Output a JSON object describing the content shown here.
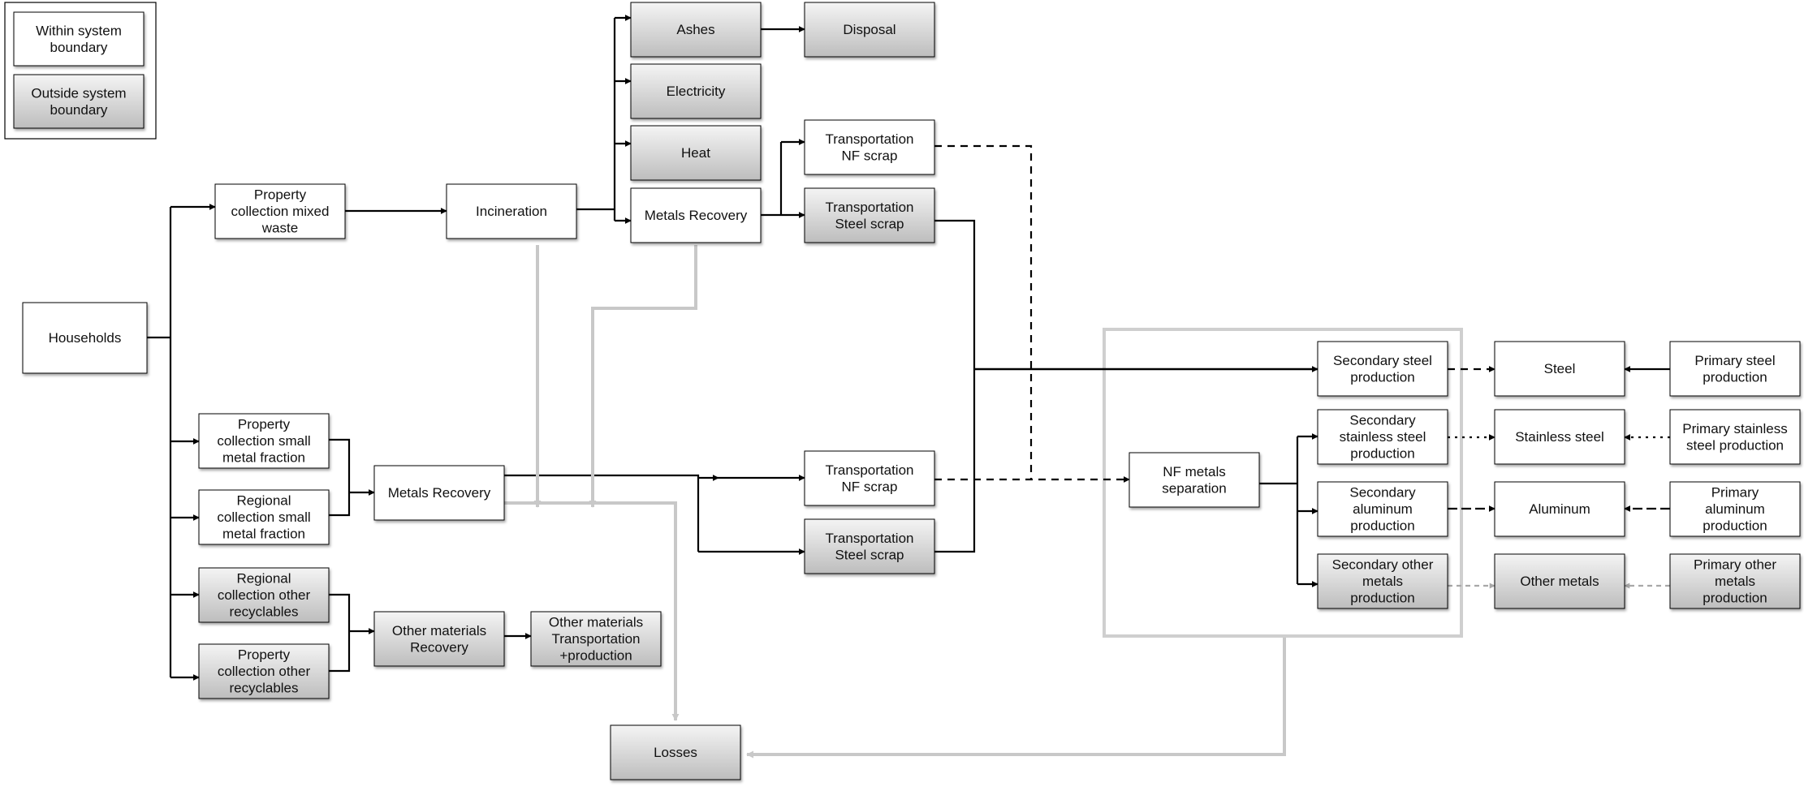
{
  "legend": {
    "inside": [
      "Within system",
      "boundary"
    ],
    "outside": [
      "Outside system",
      "boundary"
    ]
  },
  "nodes": {
    "households": [
      "Households"
    ],
    "prop_mixed": [
      "Property",
      "collection mixed",
      "waste"
    ],
    "incineration": [
      "Incineration"
    ],
    "ashes": [
      "Ashes"
    ],
    "disposal": [
      "Disposal"
    ],
    "electricity": [
      "Electricity"
    ],
    "heat": [
      "Heat"
    ],
    "metals_rec_top": [
      "Metals Recovery"
    ],
    "trans_nf_top": [
      "Transportation",
      "NF scrap"
    ],
    "trans_steel_top": [
      "Transportation",
      "Steel scrap"
    ],
    "prop_small": [
      "Property",
      "collection small",
      "metal fraction"
    ],
    "reg_small": [
      "Regional",
      "collection small",
      "metal fraction"
    ],
    "metals_rec_mid": [
      "Metals Recovery"
    ],
    "trans_nf_mid": [
      "Transportation",
      "NF scrap"
    ],
    "trans_steel_mid": [
      "Transportation",
      "Steel scrap"
    ],
    "reg_other": [
      "Regional",
      "collection other",
      "recyclables"
    ],
    "prop_other": [
      "Property",
      "collection other",
      "recyclables"
    ],
    "other_mat_rec": [
      "Other materials",
      "Recovery"
    ],
    "other_mat_trans": [
      "Other materials",
      "Transportation",
      "+production"
    ],
    "losses": [
      "Losses"
    ],
    "nf_sep": [
      "NF metals",
      "separation"
    ],
    "sec_steel": [
      "Secondary steel",
      "production"
    ],
    "sec_stainless": [
      "Secondary",
      "stainless steel",
      "production"
    ],
    "sec_alu": [
      "Secondary",
      "aluminum",
      "production"
    ],
    "sec_other": [
      "Secondary other",
      "metals",
      "production"
    ],
    "steel": [
      "Steel"
    ],
    "stainless": [
      "Stainless steel"
    ],
    "aluminum": [
      "Aluminum"
    ],
    "other_metals": [
      "Other metals"
    ],
    "prim_steel": [
      "Primary steel",
      "production"
    ],
    "prim_stainless": [
      "Primary stainless",
      "steel production"
    ],
    "prim_alu": [
      "Primary",
      "aluminum",
      "production"
    ],
    "prim_other": [
      "Primary other",
      "metals",
      "production"
    ]
  }
}
